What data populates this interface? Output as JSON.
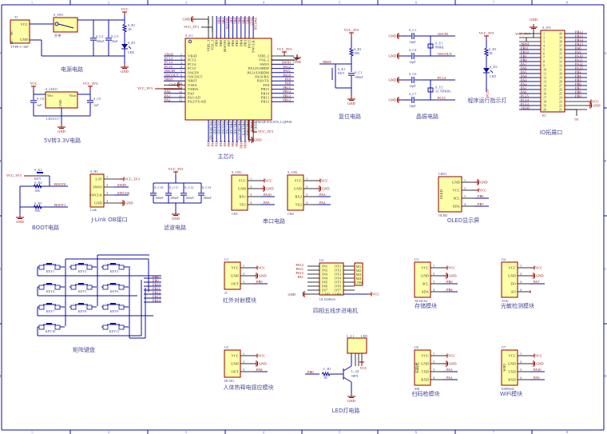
{
  "sheet": {
    "columns": [
      "1",
      "2",
      "3",
      "4",
      "5",
      "6",
      "7",
      "8"
    ],
    "rows": [
      "A",
      "B",
      "C",
      "D"
    ],
    "wire_color": "#0c0ca0",
    "part_color": "#8b0000",
    "body_fill": "#ffffa8"
  },
  "power": {
    "title": "电源电路",
    "usb": {
      "designator": "T1",
      "name": "TYPE-C-16P",
      "pins": [
        "VCC",
        "GND"
      ],
      "side_labels": [
        "NC",
        "NC"
      ]
    },
    "switch": {
      "designator": "S_SW1",
      "name": "开关"
    },
    "c2": {
      "designator": "S_C2",
      "value": "100nF"
    },
    "c3": {
      "designator": "S_C3",
      "value": "10uF"
    },
    "r1": {
      "designator": "S_R1",
      "value": "1K"
    },
    "d1": {
      "designator": "S_D1",
      "value": "LED"
    },
    "vcc": "VCC",
    "gnd": "GND"
  },
  "ldo": {
    "title": "5V转3.3V电路",
    "chip": {
      "designator": "S_LDO1",
      "name": "LDO1117",
      "pins": [
        "Vin",
        "Vout",
        "GND"
      ]
    },
    "c8": {
      "designator": "S_C8",
      "value": "1uF"
    },
    "c9": {
      "designator": "S_C9",
      "value": "1uF"
    },
    "vin": "VCC",
    "vout": "VCC_3V3",
    "gnd": "GND"
  },
  "mcu": {
    "title": "主芯片",
    "designator": "S_U1",
    "part": "STM32F103C8T6_LQFP48",
    "left_pins": [
      "VBAT",
      "PC13",
      "PC14",
      "PC15",
      "OSCIN",
      "OSCOUT",
      "NRST",
      "VSSA",
      "VDDA",
      "PA0",
      "PA1/AD",
      "PA2/TX/AD"
    ],
    "left_nets": [
      "VBAT",
      "PC13",
      "PC14",
      "PC15",
      "OSCIN",
      "OSCOUT",
      "NRST",
      "",
      "",
      "PA0",
      "PA1",
      "PA2"
    ],
    "right_pins": [
      "VDD_2",
      "VSS_2",
      "SWIO",
      "PA12/USBDP",
      "PA11/USBDM",
      "PA10/RX",
      "PA9/TX",
      "PA8",
      "PB15",
      "PB14",
      "PB13",
      "PB12"
    ],
    "right_nets": [
      "",
      "",
      "SWIO",
      "PA12",
      "PA11",
      "PA10",
      "PA9",
      "PA8",
      "PB15",
      "PB14",
      "PB13",
      "PB12"
    ],
    "top_pins": [
      "VDD_3",
      "VSS_3",
      "PB9",
      "PB8",
      "BOOT0",
      "PB7",
      "PB6",
      "PB5",
      "PB4",
      "PB3",
      "PA15",
      "SWCLK"
    ],
    "top_nets": [
      "",
      "",
      "PB9",
      "PB8",
      "BOOT0",
      "PB7",
      "PB6",
      "PB5",
      "PB4",
      "PB3",
      "PA15",
      "SWCLK"
    ],
    "bottom_pins": [
      "PA3/RX/AD",
      "PA4/AD",
      "PA5/AD",
      "PA6/AD",
      "PA7/AD",
      "PB0/AD",
      "PB1/AD",
      "PB2/BOOT1",
      "PB10/TX",
      "PB11/RX",
      "VSS_1",
      "VDD_1"
    ],
    "bottom_nets": [
      "PA3",
      "PA4",
      "PA5",
      "PA6",
      "PA7",
      "PB0",
      "PB1",
      "PB2",
      "PB10",
      "PB11"
    ],
    "gnd": "GND",
    "vcc": "VCC_3V3"
  },
  "reset": {
    "title": "复位电路",
    "vcc": "VCC_3V3",
    "net": "NRST",
    "r2": {
      "designator": "S_R2",
      "value": "10K"
    },
    "key": {
      "designator": "S_K1",
      "value": "KEY"
    },
    "c1": {
      "designator": "S_C1",
      "value": "100nF"
    },
    "gnd": "GND"
  },
  "crystal": {
    "title": "晶振电路",
    "caps": [
      {
        "designator": "S_C1",
        "value": "12pF"
      },
      {
        "designator": "S_C4",
        "value": "12pF"
      },
      {
        "designator": "S_C6",
        "value": "12pF"
      },
      {
        "designator": "S_C7",
        "value": "12pF"
      }
    ],
    "y1": {
      "designator": "S_Y1",
      "value": "8MHz"
    },
    "y2": {
      "designator": "S_Y2",
      "value": "32.768KHz"
    },
    "nets": [
      "OSCIN",
      "OSCOUT",
      "PC14",
      "PC15"
    ],
    "gnd": "GND"
  },
  "indicator": {
    "title": "程序运行指示灯",
    "vcc": "VCC_3V3",
    "r": {
      "designator": "S_R3",
      "value": "1K"
    },
    "d": {
      "designator": "S_D2",
      "value": "LED"
    },
    "net": "PC13"
  },
  "io": {
    "title": "IO拓展口",
    "designator": "S_IO1",
    "name": "IO",
    "vcc_left": "VCC_3V3",
    "gnd_top": "GND",
    "vcc_right": "VCC",
    "gnd_right": "GND",
    "five": "5V",
    "left_nets": [
      "",
      "",
      "",
      "NRST",
      "PB11",
      "PB10",
      "PB1",
      "PB0",
      "PA7",
      "PA6",
      "PA5",
      "PA4",
      "PA3",
      "PA2",
      "PA1",
      "PA0",
      "PC15",
      "PC14",
      "PC13",
      "VBAT"
    ],
    "right_nets": [
      "PB12",
      "PB13",
      "PB14",
      "PB15",
      "PA8",
      "PA9",
      "PA10",
      "PA11",
      "PA12",
      "PA15",
      "PB3",
      "PB4",
      "PB5",
      "PB6",
      "PB7",
      "PB8",
      "PB9",
      "",
      "",
      ""
    ]
  },
  "boot": {
    "title": "BOOT电路",
    "vcc": "VCC_3V3",
    "key": {
      "designator": "S_K2",
      "value": "KEY"
    },
    "r4": {
      "designator": "S_R4",
      "value": "10K"
    },
    "r5": {
      "designator": "S_R5",
      "value": "10K"
    },
    "nets": [
      "BOOT0",
      "BOOT1"
    ],
    "gnd": "GND"
  },
  "jlink": {
    "title": "J-Link OB接口",
    "designator": "S_H1",
    "name": "Link",
    "pins": [
      "3.3V",
      "SWIO",
      "SWCLK",
      "GND"
    ],
    "nets": [
      "VCC_3V3",
      "SWIO",
      "SWCLK",
      "GND"
    ]
  },
  "filter": {
    "title": "滤波电路",
    "vcc": "VCC_3V3",
    "gnd": "GND",
    "caps": [
      {
        "designator": "S_C10",
        "value": "100nF"
      },
      {
        "designator": "S_C11",
        "value": "100nF"
      },
      {
        "designator": "S_C12",
        "value": "100nF"
      },
      {
        "designator": "S_C13",
        "value": "100nF"
      }
    ]
  },
  "serial": {
    "title": "串口电路",
    "ports": [
      {
        "designator": "S_CH1",
        "name": "CH1",
        "pins": [
          "VCC",
          "GND",
          "RX1",
          "TX1"
        ],
        "nets": [
          "VCC",
          "GND",
          "PA10",
          "PA9"
        ]
      },
      {
        "designator": "S_CH2",
        "name": "CH2",
        "pins": [
          "VCC",
          "GND",
          "RX2",
          "TX2"
        ],
        "nets": [
          "VCC",
          "GND",
          "PA3",
          "PA2"
        ]
      }
    ]
  },
  "oled": {
    "title": "OLED显示屏",
    "designator": "LED1",
    "name": "OLED",
    "inner": "OLED",
    "pins": [
      "GND",
      "VCC",
      "SCL",
      "SDA"
    ],
    "nets": [
      "GND",
      "VCC",
      "PB6",
      "PB7"
    ]
  },
  "keypad": {
    "title": "矩阵键盘",
    "keys": [
      "KEY1",
      "KEY2",
      "KEY3",
      "KEY4",
      "KEY5",
      "KEY6",
      "KEY7",
      "KEY8",
      "KEY9",
      "KEY10",
      "KEY11"
    ],
    "nets": [
      "PB8",
      "PB9",
      "PB10",
      "PB11",
      "PB12",
      "PB13",
      "PB14"
    ]
  },
  "ir": {
    "title": "红外对射模块",
    "designator": "U1",
    "name": "J1",
    "pins": [
      "VCC",
      "GND",
      "OUT"
    ],
    "nets": [
      "VCC",
      "GND",
      "PB5"
    ]
  },
  "pir": {
    "title": "人体热释电感应模块",
    "designator": "U5",
    "name": "HC501",
    "pins": [
      "VCC",
      "GND",
      "OUT"
    ],
    "nets": [
      "VCC",
      "GND",
      "PA8"
    ]
  },
  "stepper": {
    "title": "四相五线步进电机",
    "designator": "U2",
    "name": "ULN2003A",
    "in_pins": [
      "IN1",
      "IN2",
      "IN3",
      "IN4",
      "IN5",
      "IN6",
      "IN7",
      "GND"
    ],
    "out_pins": [
      "OT1",
      "OT2",
      "OT3",
      "OT4",
      "OT5",
      "OT6",
      "OT7",
      "COM"
    ],
    "in_nets": [
      "PA12",
      "PA11",
      "PA15",
      "PA1"
    ],
    "motor_pins": [
      "M1",
      "M2",
      "M3",
      "M4",
      "COM"
    ],
    "vcc": "VCC",
    "gnd": "GND"
  },
  "ledlamp": {
    "title": "LED灯电路",
    "lamp": {
      "designator": "L_L1",
      "value": "LED"
    },
    "r": {
      "designator": "L_R1",
      "value": "1K"
    },
    "q": {
      "designator": "L_Q1",
      "value": "NPN"
    },
    "net": "PB0",
    "vcc": "VCC",
    "gnd": "GND"
  },
  "storage": {
    "title": "存储模块",
    "designator": "U3",
    "name": "AT24C02",
    "pins": [
      "VCC",
      "GND",
      "SCL",
      "SDA"
    ],
    "nets": [
      "VCC",
      "GND",
      "PB3",
      "PB4"
    ]
  },
  "light": {
    "title": "光敏检测模块",
    "designator": "U4",
    "name": "5516",
    "pins": [
      "VCC",
      "GND",
      "DO",
      "AO"
    ],
    "nets": [
      "VCC",
      "GND",
      "PA7",
      ""
    ]
  },
  "scanner": {
    "title": "扫码枪模块",
    "designator": "U6",
    "name": "SM",
    "inner": "扫码枪",
    "pins": [
      "VCC",
      "GND",
      "TXD",
      "RXD"
    ],
    "nets": [
      "VCC",
      "GND",
      "PA3",
      "PA2"
    ]
  },
  "wifi": {
    "title": "WiFi模块",
    "designator": "U7",
    "name": "ESP8266",
    "inner": "WIFI",
    "pins": [
      "VCC",
      "GND",
      "TXD",
      "RXD"
    ],
    "nets": [
      "VCC",
      "GND",
      "PA10",
      "PA9"
    ]
  }
}
